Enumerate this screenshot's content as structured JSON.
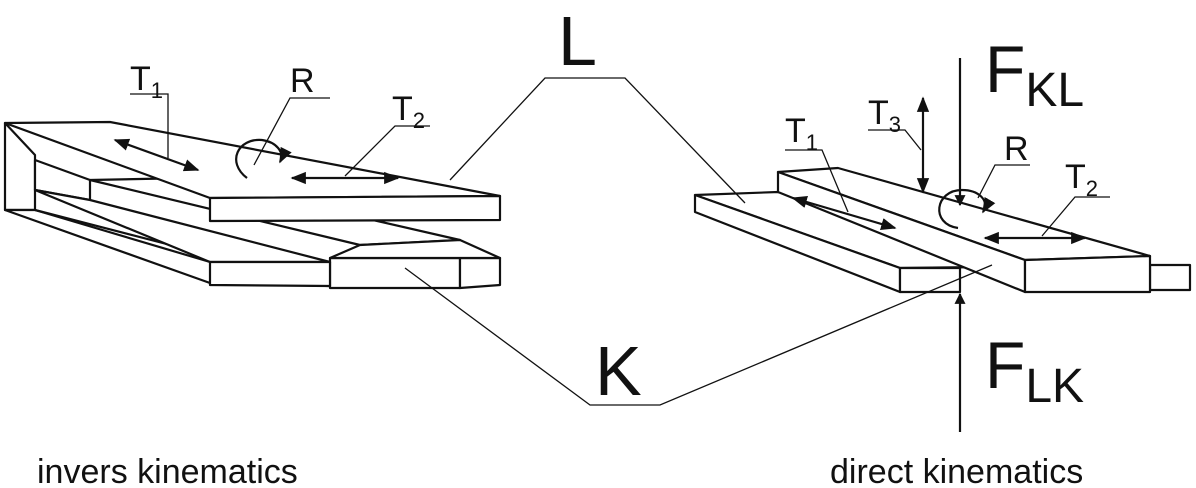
{
  "labels": {
    "part_L": "L",
    "part_K": "K",
    "inverse": {
      "T1_main": "T",
      "T1_sub": "1",
      "R": "R",
      "T2_main": "T",
      "T2_sub": "2"
    },
    "direct": {
      "T1_main": "T",
      "T1_sub": "1",
      "T2_main": "T",
      "T2_sub": "2",
      "T3_main": "T",
      "T3_sub": "3",
      "R": "R",
      "F_KL_main": "F",
      "F_KL_sub": "KL",
      "F_LK_main": "F",
      "F_LK_sub": "LK"
    }
  },
  "captions": {
    "left": "invers kinematics",
    "right": "direct kinematics"
  }
}
